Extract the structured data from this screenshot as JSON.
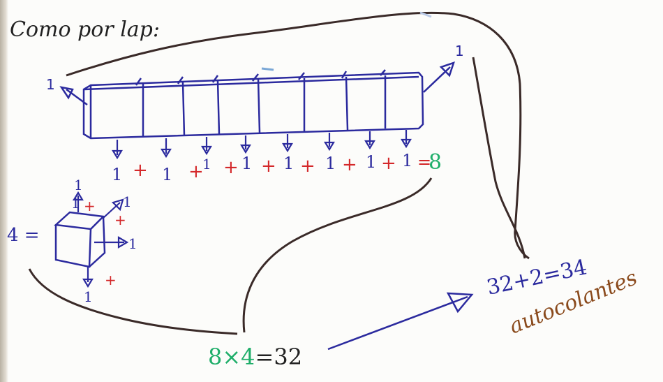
{
  "heading": "Como por lap:",
  "row_plus_signs": [
    "+",
    "+",
    "+",
    "+",
    "+",
    "+",
    "+"
  ],
  "row_ones": [
    "1",
    "1",
    "1",
    "1",
    "1",
    "1",
    "1",
    "1"
  ],
  "row_equals": "=",
  "row_total": "8",
  "cube_label_left": "4 =",
  "cube_labels": [
    "1",
    "1",
    "1",
    "1",
    "1"
  ],
  "cube_plus_signs": [
    "+",
    "+",
    "+"
  ],
  "left_arrow_label": "1",
  "right_arrow_label": "1",
  "product": "8×4=32",
  "product_parts": {
    "a": "8",
    "times_b": "×4",
    "result": "=32"
  },
  "final_sum": "32+2=34",
  "word": "autocolantes",
  "colors": {
    "ink": "#2b2a9e",
    "red": "#d4282a",
    "green": "#1fae6a",
    "brown": "#8a4a1c",
    "dark": "#3a2a28"
  }
}
